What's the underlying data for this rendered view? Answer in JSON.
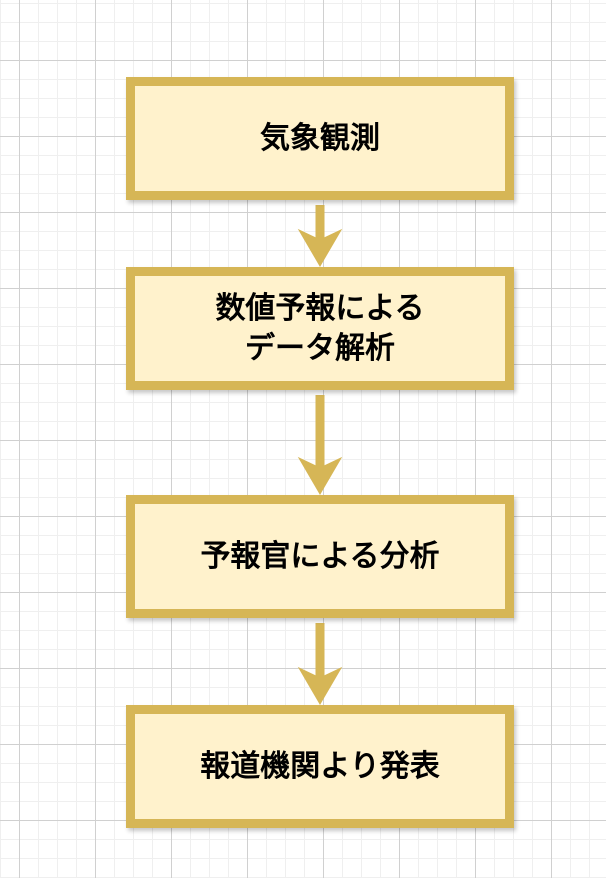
{
  "diagram": {
    "type": "flowchart",
    "colors": {
      "fill": "#fff2cc",
      "stroke": "#d6b656"
    },
    "nodes": [
      {
        "label": "気象観測"
      },
      {
        "label": "数値予報による\nデータ解析"
      },
      {
        "label": "予報官による分析"
      },
      {
        "label": "報道機関より発表"
      }
    ],
    "edges": [
      {
        "from": 0,
        "to": 1
      },
      {
        "from": 1,
        "to": 2
      },
      {
        "from": 2,
        "to": 3
      }
    ]
  }
}
